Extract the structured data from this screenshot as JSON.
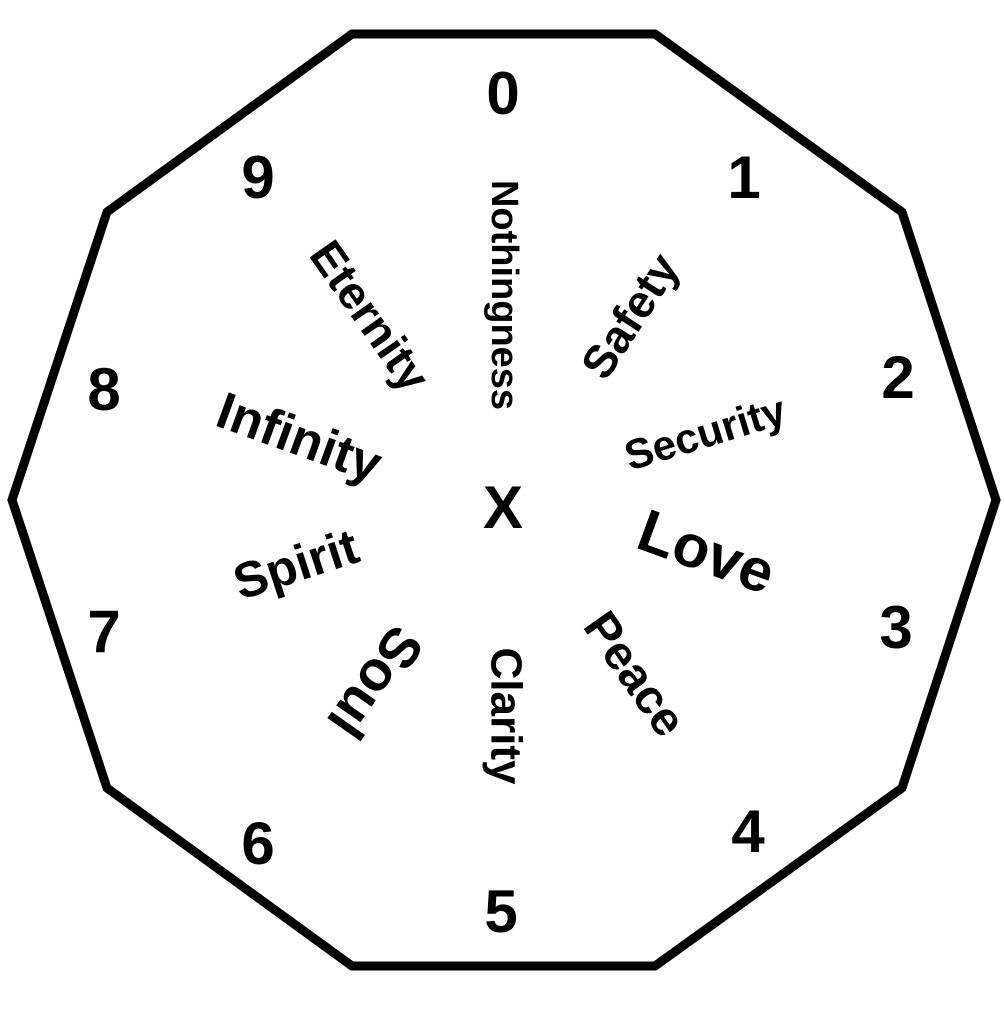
{
  "diagram": {
    "stroke_color": "#000000",
    "background_color": "#ffffff",
    "numbers": [
      "0",
      "1",
      "2",
      "3",
      "4",
      "5",
      "6",
      "7",
      "8",
      "9"
    ],
    "center_label": "X",
    "words": {
      "nothingness": "Nothingness",
      "safety": "Safety",
      "security": "Security",
      "love": "Love",
      "peace": "Peace",
      "clarity": "Clarity",
      "soul": "Soul",
      "spirit": "Spirit",
      "infinity": "Infinity",
      "eternity": "Eternity"
    }
  }
}
